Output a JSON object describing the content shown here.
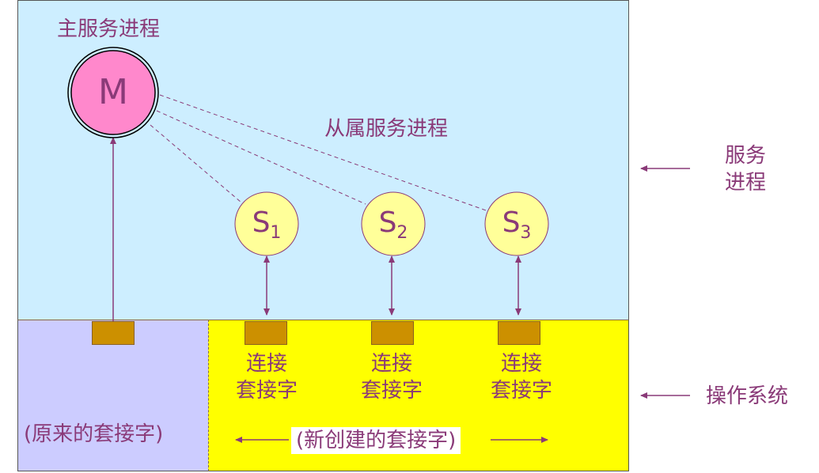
{
  "labels": {
    "main_process": "主服务进程",
    "slave_process": "从属服务进程",
    "service_process": "服务\n进程",
    "operating_system": "操作系统",
    "original_socket": "(原来的套接字)",
    "new_sockets": "(新创建的套接字)",
    "connection_socket": "连接\n套接字"
  },
  "nodes": {
    "master": "M",
    "slaves": [
      {
        "letter": "S",
        "index": "1"
      },
      {
        "letter": "S",
        "index": "2"
      },
      {
        "letter": "S",
        "index": "3"
      }
    ]
  },
  "colors": {
    "service_bg": "#cdeeff",
    "os_left_bg": "#ccccff",
    "os_right_bg": "#ffff00",
    "socket": "#cc9000",
    "master_fill": "#ff88cc",
    "slave_fill": "#ffff99",
    "line": "#8a3a78",
    "text": "#8a3a78"
  }
}
